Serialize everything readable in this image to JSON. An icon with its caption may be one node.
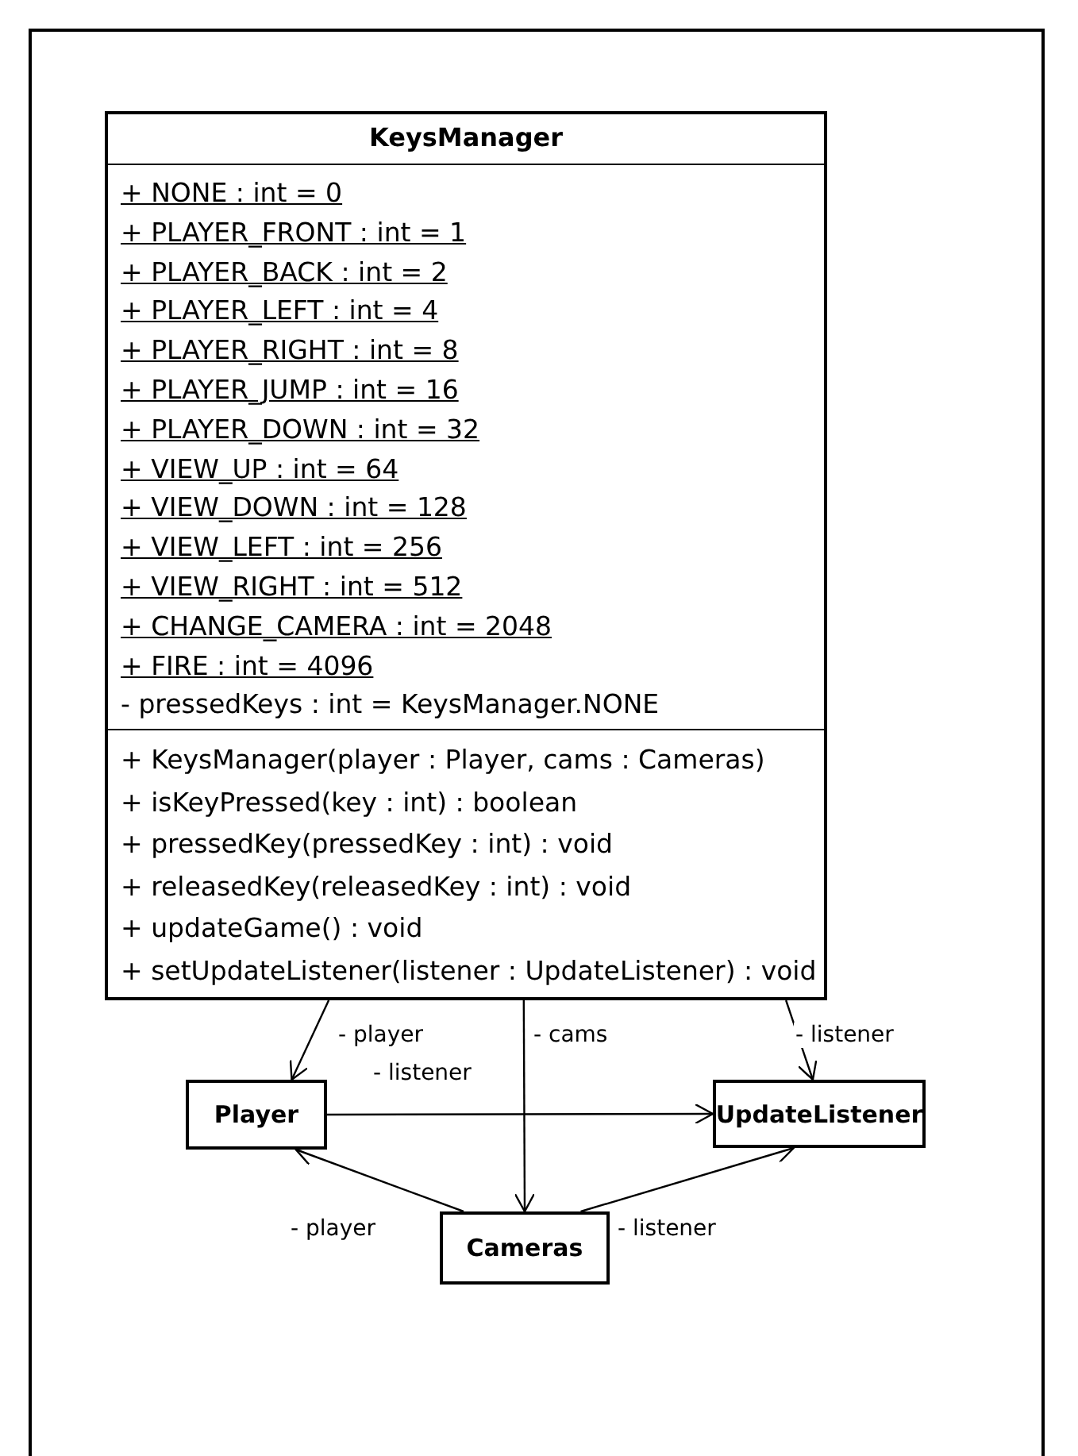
{
  "diagram": {
    "nodes": [
      {
        "text": [
          "KeysManager",
          "+ NONE : int = 0",
          "+ PLAYER_FRONT : int = 1",
          "+ PLAYER_BACK : int = 2",
          "+ PLAYER_LEFT : int = 4",
          "+ PLAYER_RIGHT : int = 8",
          "+ PLAYER_JUMP : int = 16",
          "+ PLAYER_DOWN : int = 32",
          "+ VIEW_UP : int = 64",
          "+ VIEW_DOWN : int = 128",
          "+ VIEW_LEFT : int = 256",
          "+ VIEW_RIGHT : int = 512",
          "+ CHANGE_CAMERA : int = 2048",
          "+ FIRE : int = 4096",
          "- pressedKeys : int = KeysManager.NONE",
          "+ KeysManager(player : Player, cams : Cameras)",
          "+ isKeyPressed(key : int) : boolean",
          "+ pressedKey(pressedKey : int) : void",
          "+ releasedKey(releasedKey : int) : void",
          "+ updateGame() : void",
          "+ setUpdateListener(listener : UpdateListener) : void"
        ]
      },
      {
        "text": [
          "Player"
        ]
      },
      {
        "text": [
          "UpdateListener"
        ]
      },
      {
        "text": [
          "Cameras"
        ]
      }
    ],
    "edges": [
      {
        "from": 0,
        "to": 1,
        "arrow": "to",
        "label": "- player"
      },
      {
        "from": 0,
        "to": 3,
        "arrow": "to",
        "label": "- cams"
      },
      {
        "from": 0,
        "to": 2,
        "arrow": "to",
        "label": "- listener"
      },
      {
        "from": 1,
        "to": 2,
        "arrow": "to",
        "label": "- listener"
      },
      {
        "from": 3,
        "to": 1,
        "arrow": "to",
        "label": "- player"
      },
      {
        "from": 3,
        "to": 2,
        "arrow": "to",
        "label": "- listener"
      }
    ]
  }
}
